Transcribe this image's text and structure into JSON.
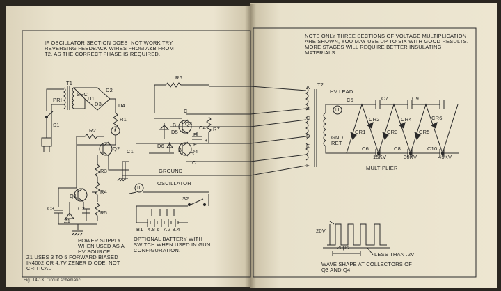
{
  "notes": {
    "oscillator_line1": "IF OSCILLATOR SECTION DOES  NOT WORK TRY",
    "oscillator_line2": "REVERSING FEEDBACK WIRES FROM A&B FROM",
    "oscillator_line3": "T2. AS THE CORRECT PHASE IS REQUIRED.",
    "multiplier_line1": "NOTE ONLY THREE SECTIONS OF VOLTAGE MULTIPLICATION",
    "multiplier_line2": "ARE SHOWN, YOU MAY USE UP TO SIX WITH GOOD RESULTS.",
    "multiplier_line3": "MORE STAGES WILL REQUIRE BETTER INSULATING",
    "multiplier_line4": "MATERIALS.",
    "zener_line1": "Z1 USES 3 TO 5 FORWARD BIASED",
    "zener_line2": "IN4002 OR 4.7V ZENER DIODE, NOT",
    "zener_line3": "CRITICAL",
    "power_line1": "POWER SUPPLY",
    "power_line2": "WHEN USED AS A",
    "power_line3": "HV SOURCE",
    "battery_line1": "OPTIONAL BATTERY WITH",
    "battery_line2": "SWITCH WHEN USED IN GUN",
    "battery_line3": "CONFIGURATION.",
    "wave_line1": "WAVE SHAPE AT COLLECTORS OF",
    "wave_line2": "Q3 AND Q4.",
    "figure_caption": "Fig. 14-13. Circuit schematic."
  },
  "labels": {
    "t1": "T1",
    "pri": "PRI",
    "sec": "SEC",
    "d1": "D1",
    "d2": "D2",
    "d3": "D3",
    "d4": "D4",
    "s1": "S1",
    "r1": "R1",
    "r2": "R2",
    "r3": "R3",
    "r4": "R4",
    "r5": "R5",
    "r6": "R6",
    "r7": "R7",
    "q1": "Q1",
    "q2": "Q2",
    "q3": "Q3",
    "q4": "Q4",
    "c1": "C1",
    "c2": "C2",
    "c3": "C3",
    "c4": "C4",
    "d5": "D5",
    "d6": "D6",
    "z1": "Z1",
    "s2": "S2",
    "b1": "B1",
    "node1": "I",
    "node2": "II",
    "node3": "III",
    "ground": "GROUND",
    "oscillator": "OSCILLATOR",
    "battery_taps": "4.8 6  7.2 8.4",
    "t2": "T2",
    "hv_lead": "HV LEAD",
    "gnd_ret_1": "GND",
    "gnd_ret_2": "RET",
    "tap_a": "A",
    "tap_b": "B",
    "tap_c": "C",
    "tap_d": "D",
    "tap_e": "E",
    "tap_f": "F",
    "c": "C",
    "b": "B",
    "e": "E",
    "plus": "+",
    "c5": "C5",
    "c6": "C6",
    "c7": "C7",
    "c8": "C8",
    "c9": "C9",
    "c10": "C10",
    "cr1": "CR1",
    "cr2": "CR2",
    "cr3": "CR3",
    "cr4": "CR4",
    "cr5": "CR5",
    "cr6": "CR6",
    "kv15": "15KV",
    "kv30": "30KV",
    "kv45": "45KV",
    "multiplier": "MULTIPLIER",
    "v20": "20V",
    "us20": "20μs",
    "less_than": "LESS THAN .2V"
  },
  "colors": {
    "page": "#ebe4cf",
    "ink": "#222222"
  }
}
